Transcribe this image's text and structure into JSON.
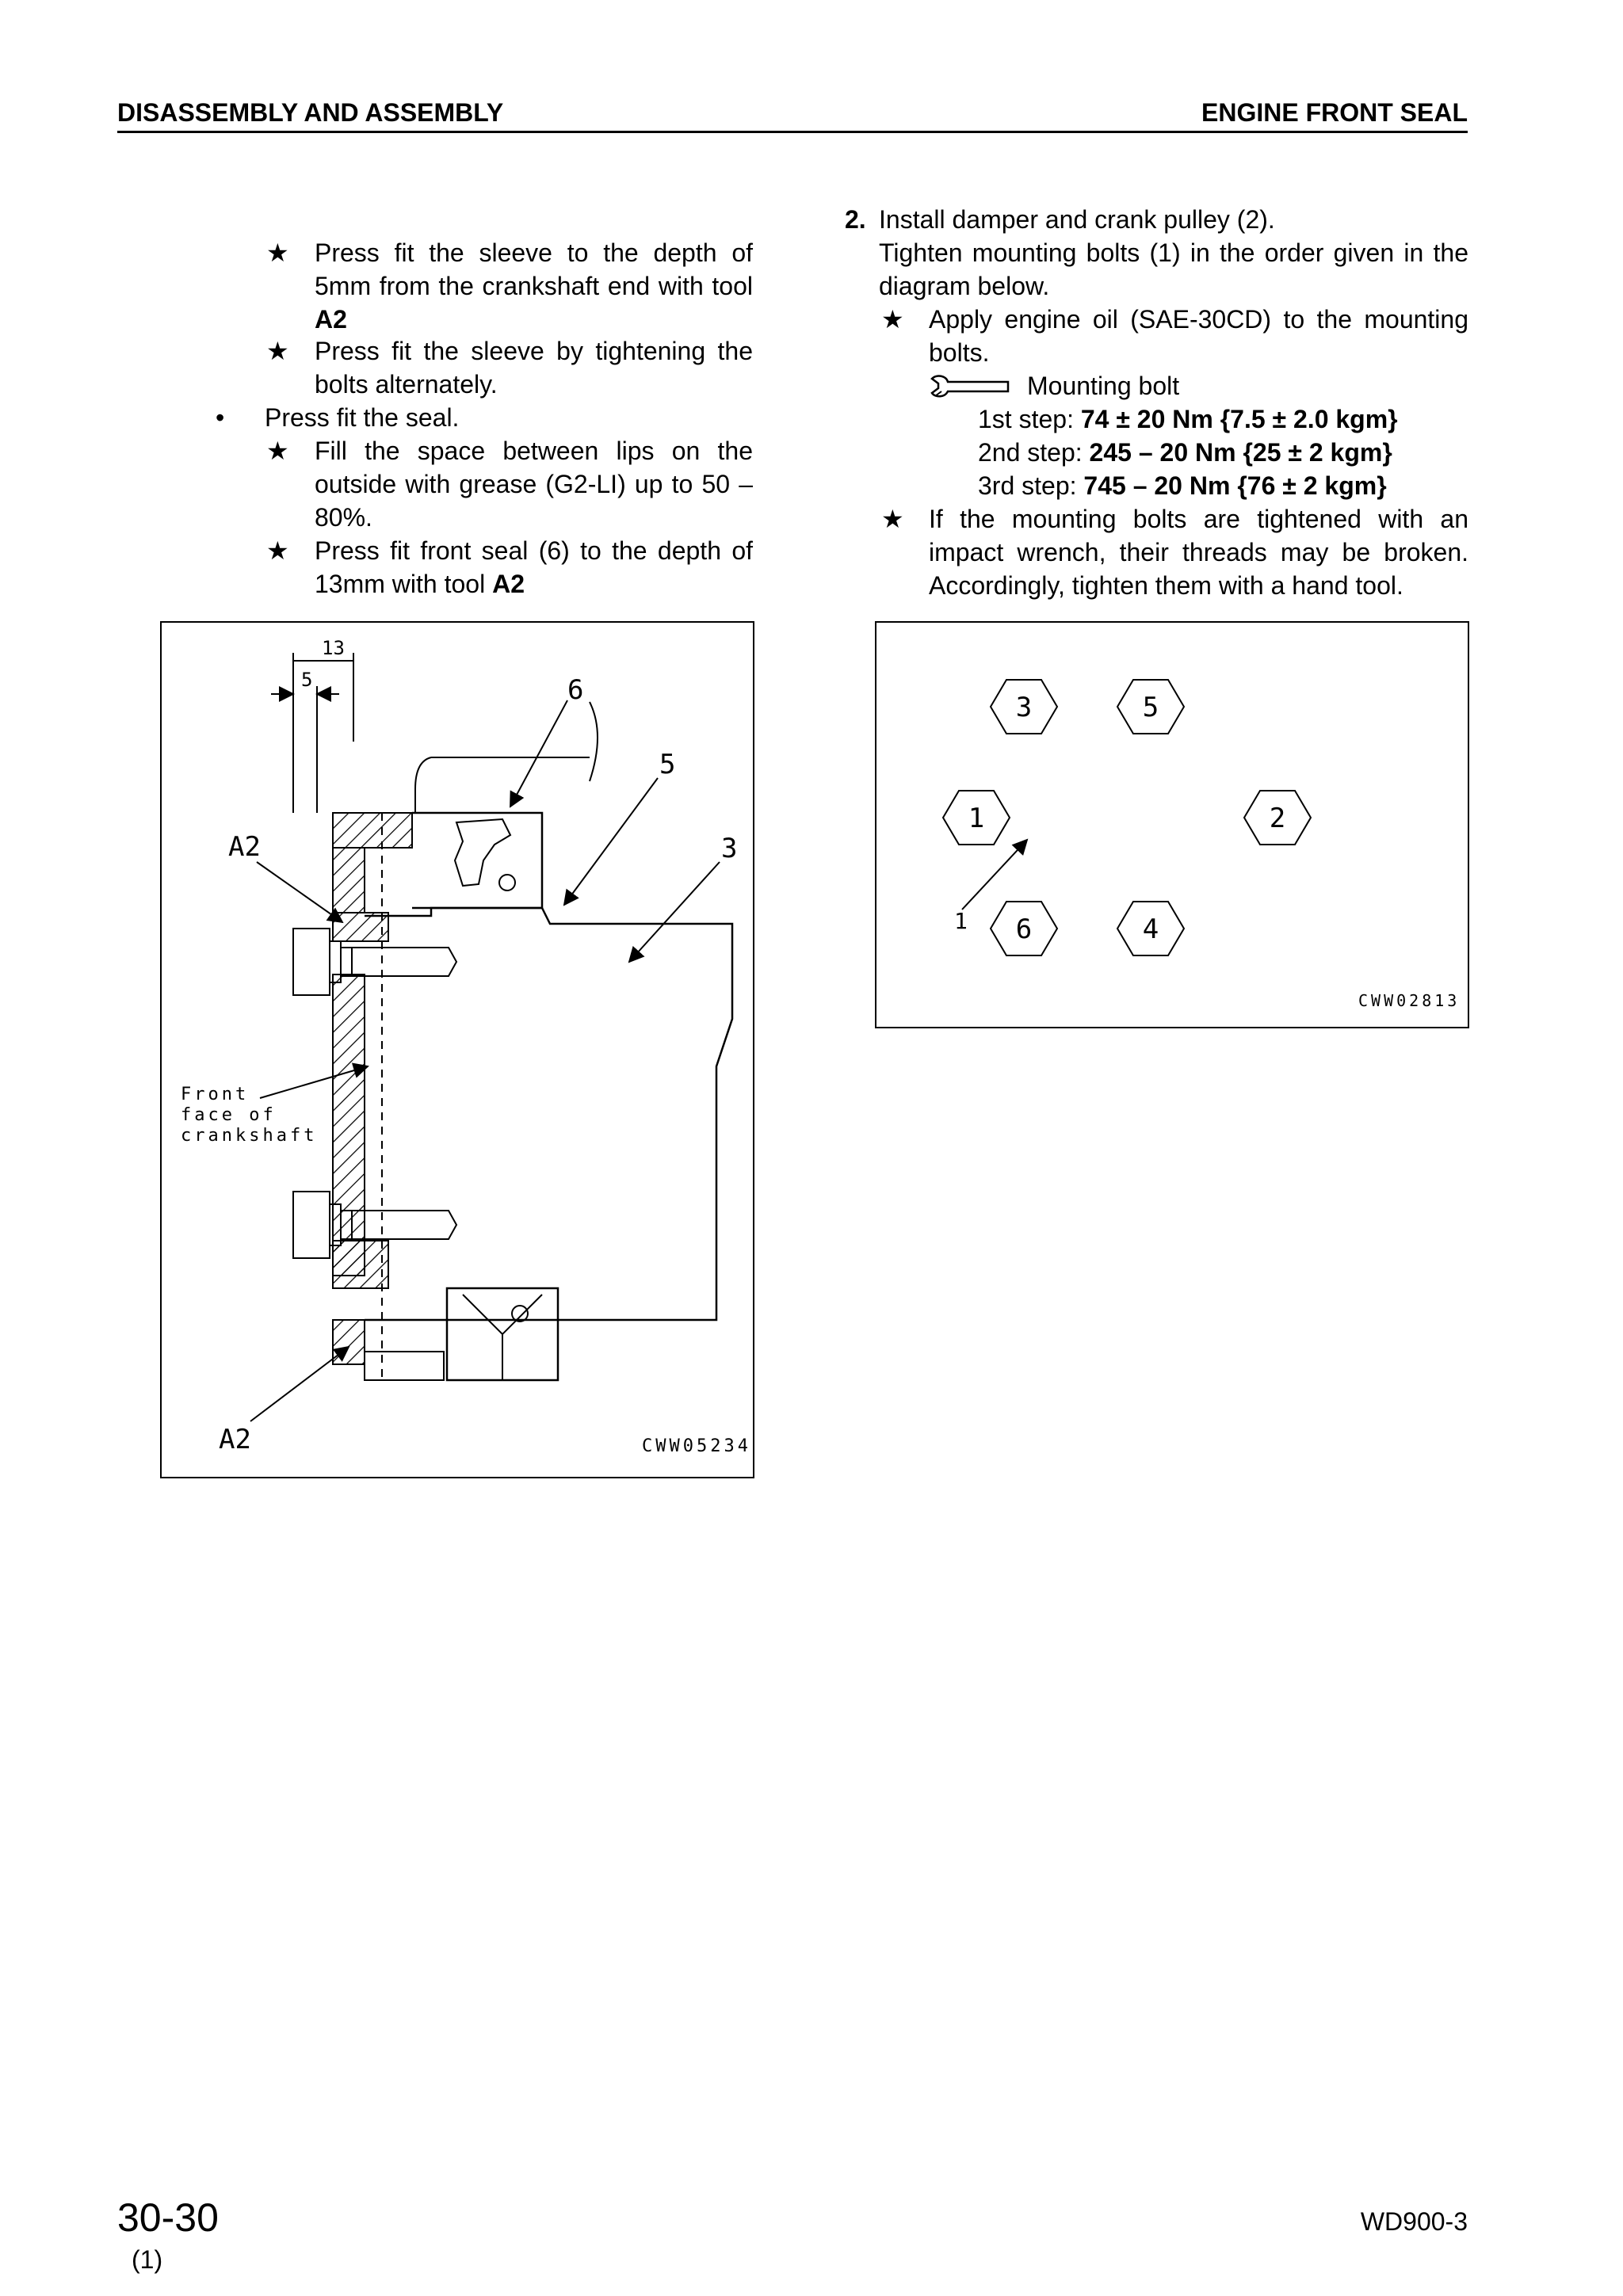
{
  "header": {
    "section": "DISASSEMBLY AND ASSEMBLY",
    "title": "ENGINE FRONT SEAL"
  },
  "left_column": {
    "item1_text": "Press fit the sleeve to the depth of 5mm from the crankshaft end with tool",
    "item1_tool": "A2",
    "item2_text": "Press fit the sleeve by tightening the bolts alternately.",
    "bullet_text": "Press fit the seal.",
    "item3_text": "Fill the space between lips on the outside with grease (G2-LI) up to 50 – 80%.",
    "item4_text": "Press fit front seal (6) to the depth of 13mm with tool",
    "item4_tool": "A2"
  },
  "right_column": {
    "step_number": "2.",
    "step_title": "Install damper and crank pulley (2).",
    "step_body": "Tighten mounting bolts (1) in the order given in the diagram below.",
    "note1": "Apply engine oil (SAE-30CD) to the mounting bolts.",
    "torque_label": "Mounting bolt",
    "torque_steps": [
      {
        "label": "1st step:",
        "value": "74 ± 20 Nm {7.5 ± 2.0 kgm}"
      },
      {
        "label": "2nd step:",
        "value": "245 – 20 Nm {25 ± 2 kgm}"
      },
      {
        "label": "3rd step:",
        "value": "745 – 20 Nm {76 ± 2 kgm}"
      }
    ],
    "note2": "If the mounting bolts are tightened with an impact wrench, their threads may be broken. Accordingly, tighten them with a hand tool."
  },
  "figure_left": {
    "code": "CWW05234",
    "dim_13": "13",
    "dim_5": "5",
    "tool_label": "A2",
    "front_face_line1": "Front",
    "front_face_line2": "face of",
    "front_face_line3": "crankshaft",
    "part_6": "6",
    "part_5": "5",
    "part_3": "3"
  },
  "figure_right": {
    "code": "CWW02813",
    "bolt_numbers": [
      "3",
      "5",
      "1",
      "2",
      "6",
      "4"
    ],
    "pointer_label": "1"
  },
  "footer": {
    "page": "30-30",
    "revision": "(1)",
    "model": "WD900-3"
  },
  "icons": {
    "star": "star-icon",
    "bullet": "bullet-dot",
    "wrench": "wrench-icon"
  }
}
